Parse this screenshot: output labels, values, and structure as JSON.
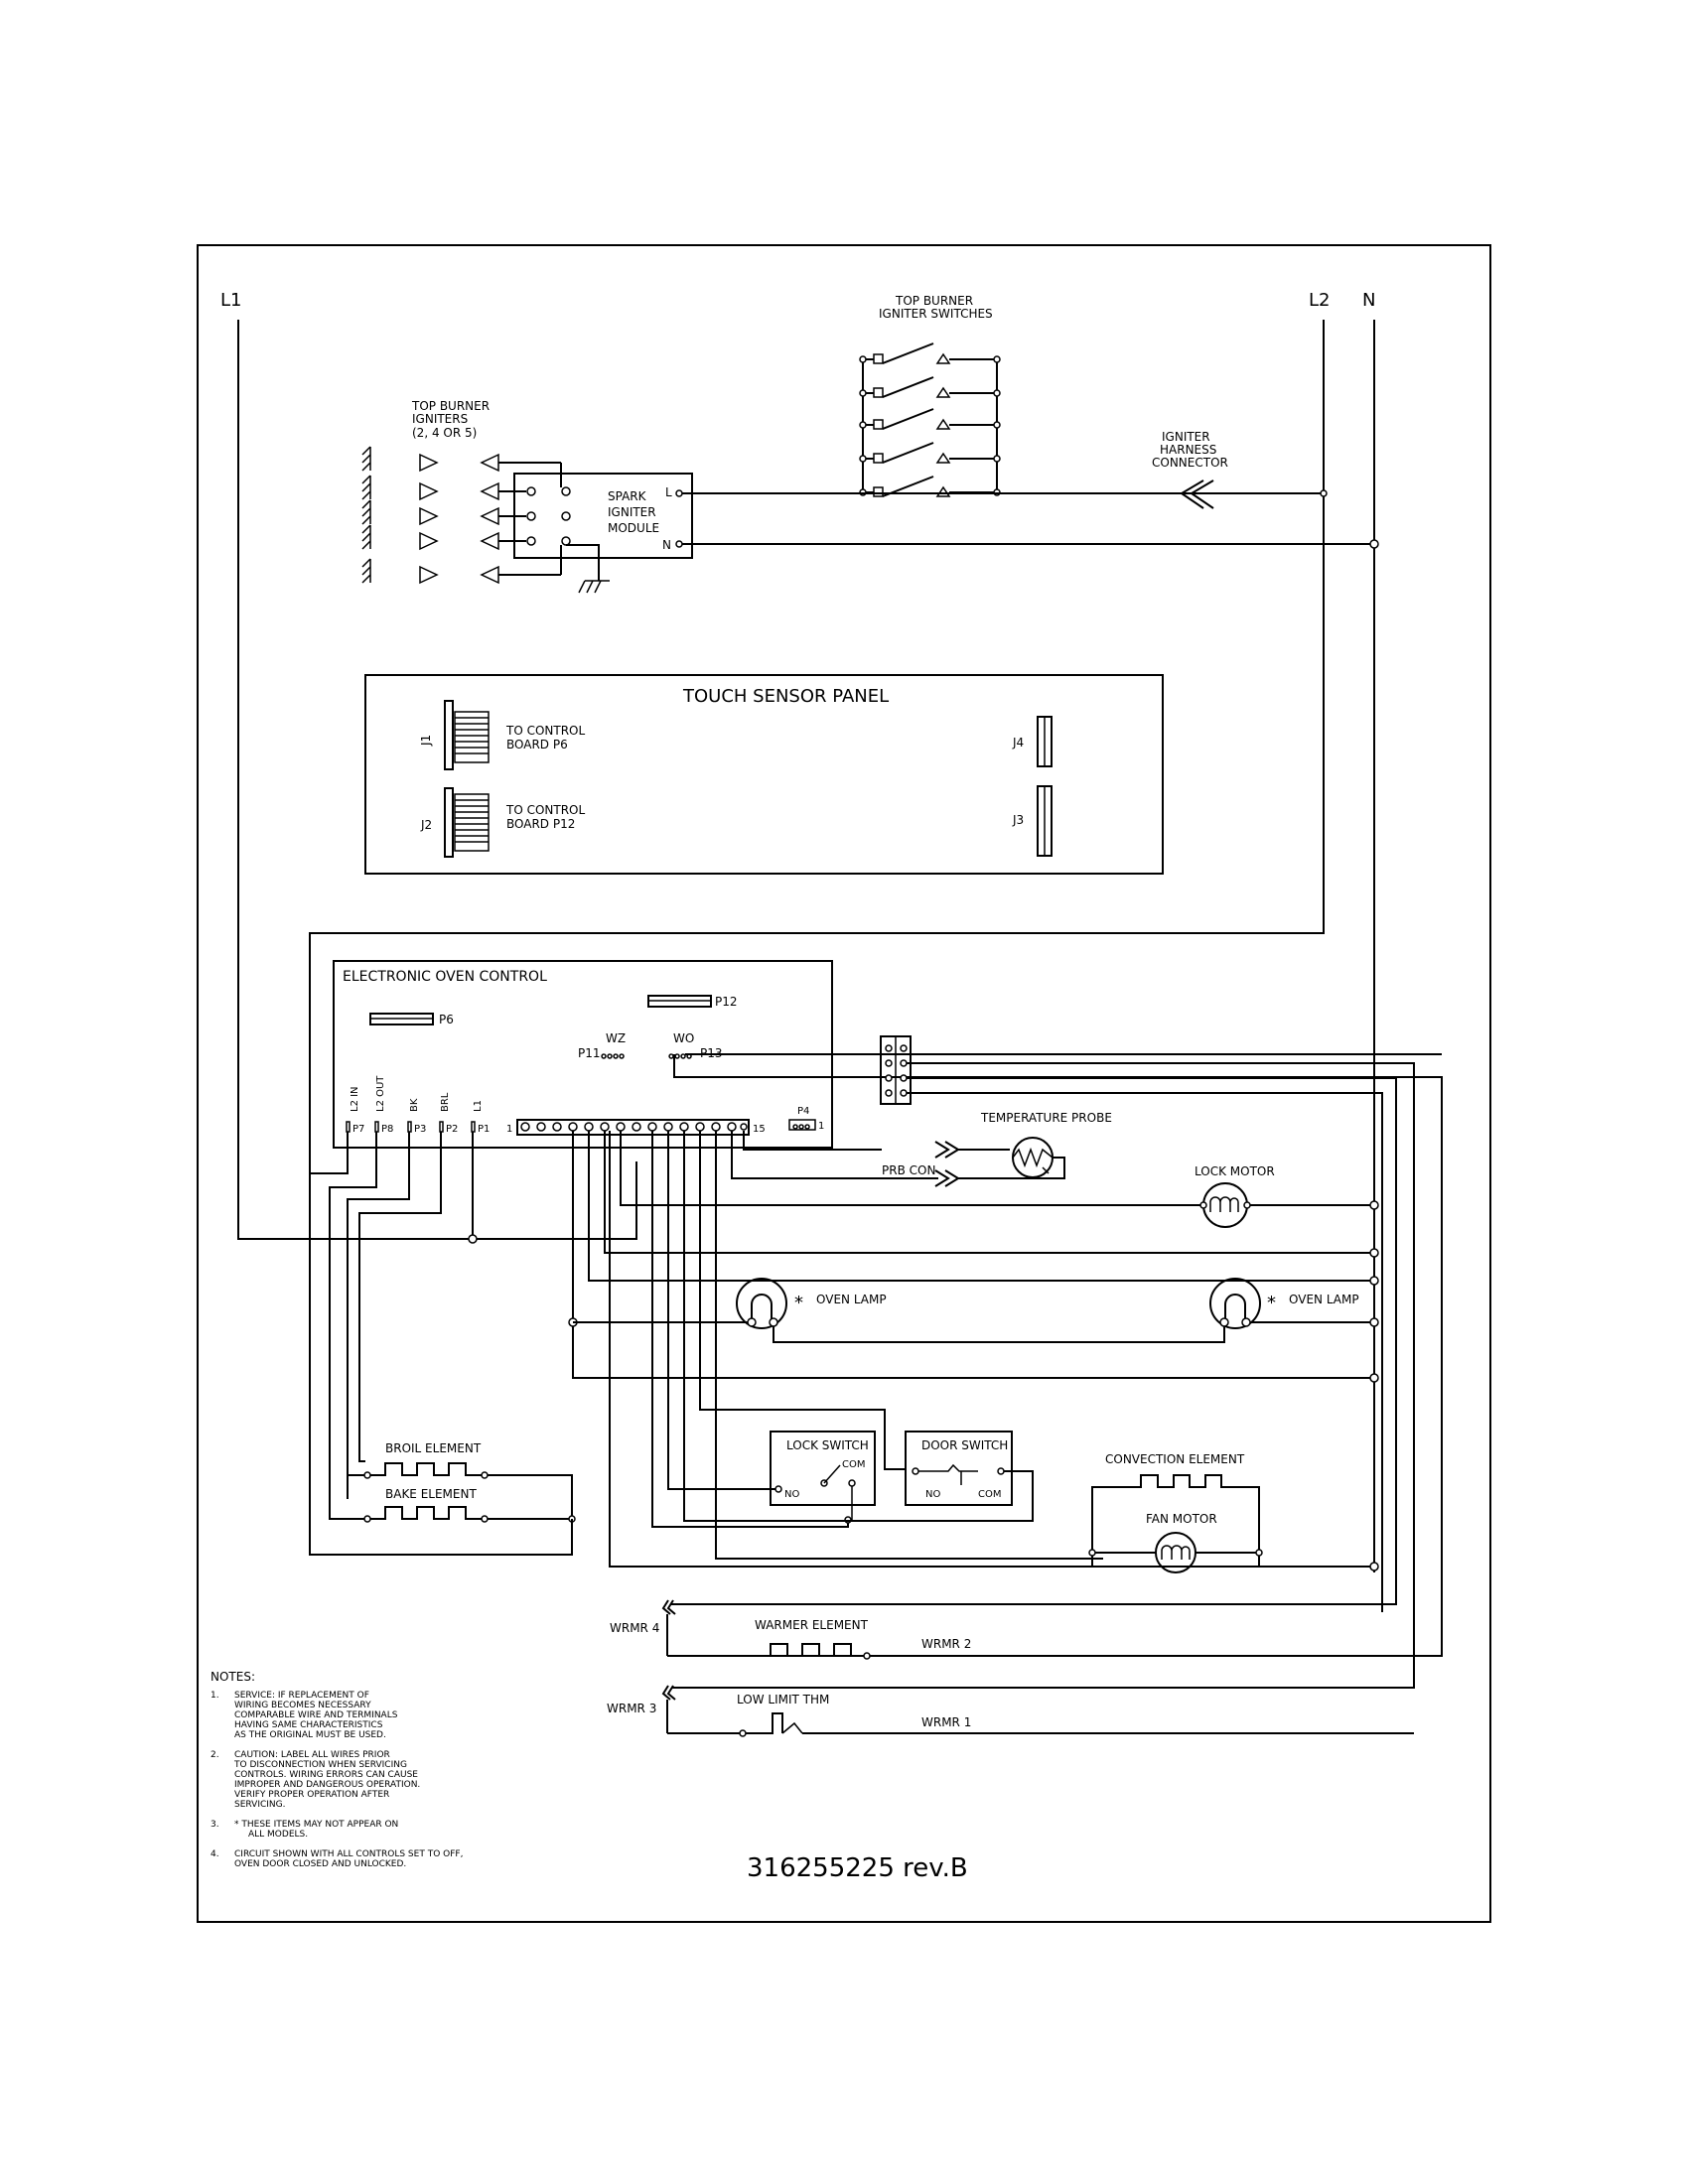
{
  "lines": {
    "l1": "L1",
    "l2": "L2",
    "n": "N"
  },
  "igniter_switches": {
    "title1": "TOP BURNER",
    "title2": "IGNITER SWITCHES"
  },
  "igniters": {
    "title1": "TOP BURNER",
    "title2": "IGNITERS",
    "title3": "(2, 4 OR 5)"
  },
  "spark_module": {
    "line1": "SPARK",
    "line2": "IGNITER",
    "line3": "MODULE",
    "term_l": "L",
    "term_n": "N"
  },
  "harness": {
    "line1": "IGNITER",
    "line2": "HARNESS",
    "line3": "CONNECTOR"
  },
  "touch_panel": {
    "title": "TOUCH SENSOR PANEL",
    "j1": "J1",
    "j2": "J2",
    "j3": "J3",
    "j4": "J4",
    "j1_text1": "TO CONTROL",
    "j1_text2": "BOARD P6",
    "j2_text1": "TO CONTROL",
    "j2_text2": "BOARD P12"
  },
  "eoc": {
    "title": "ELECTRONIC OVEN CONTROL",
    "p6": "P6",
    "p12": "P12",
    "p11": "P11",
    "p13": "P13",
    "p4": "P4",
    "p4_pin": "1",
    "wz": "WZ",
    "wo": "WO",
    "p7": "P7",
    "p8": "P8",
    "p3": "P3",
    "p2": "P2",
    "p1": "P1",
    "l2in": "L2 IN",
    "l2out": "L2 OUT",
    "bk": "BK",
    "brl": "BRL",
    "l1": "L1",
    "conn_start": "1",
    "conn_end": "15"
  },
  "components": {
    "temp_probe": "TEMPERATURE PROBE",
    "prb_con": "PRB CON",
    "lock_motor": "LOCK MOTOR",
    "oven_lamp_star": "*",
    "oven_lamp_left": "OVEN LAMP",
    "oven_lamp_right": "OVEN LAMP",
    "broil_element": "BROIL ELEMENT",
    "bake_element": "BAKE ELEMENT",
    "lock_switch": "LOCK SWITCH",
    "lock_com": "COM",
    "lock_no": "NO",
    "door_switch": "DOOR SWITCH",
    "door_no": "NO",
    "door_com": "COM",
    "convection_element": "CONVECTION ELEMENT",
    "fan_motor": "FAN MOTOR",
    "warmer_element": "WARMER ELEMENT",
    "wrmr4": "WRMR 4",
    "wrmr2": "WRMR 2",
    "wrmr3": "WRMR 3",
    "wrmr1": "WRMR 1",
    "low_limit": "LOW LIMIT THM"
  },
  "notes": {
    "title": "NOTES:",
    "n1_num": "1.",
    "n1": [
      "SERVICE:  IF REPLACEMENT OF",
      "WIRING BECOMES NECESSARY",
      "COMPARABLE WIRE AND TERMINALS",
      "HAVING SAME CHARACTERISTICS",
      "AS THE ORIGINAL MUST BE USED."
    ],
    "n2_num": "2.",
    "n2": [
      "CAUTION:  LABEL ALL WIRES PRIOR",
      "TO DISCONNECTION WHEN SERVICING",
      "CONTROLS.  WIRING ERRORS CAN CAUSE",
      "IMPROPER AND DANGEROUS OPERATION.",
      "VERIFY PROPER OPERATION AFTER",
      "SERVICING."
    ],
    "n3_num": "3.",
    "n3": [
      "*  THESE ITEMS MAY NOT APPEAR ON",
      "ALL MODELS."
    ],
    "n4_num": "4.",
    "n4": [
      "CIRCUIT SHOWN WITH ALL CONTROLS SET TO OFF,",
      "OVEN DOOR CLOSED AND UNLOCKED."
    ]
  },
  "part_number": "316255225 rev.B"
}
